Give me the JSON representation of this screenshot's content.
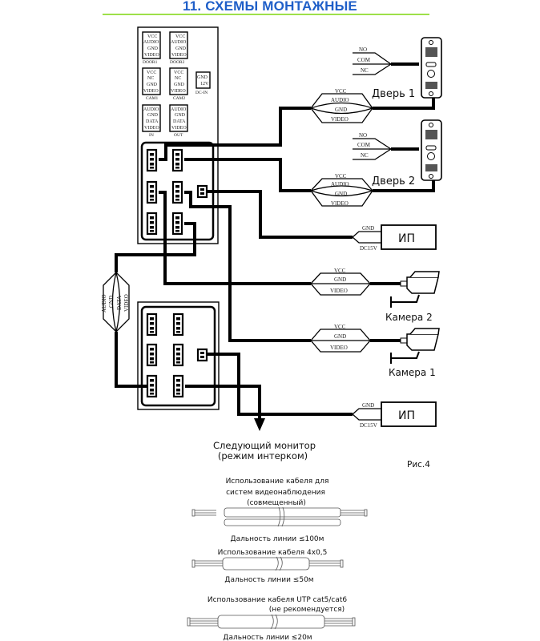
{
  "header": {
    "title": "11. СХЕМЫ МОНТАЖНЫЕ",
    "accent_color": "#1f5fc8",
    "rule_color": "#9ee04a"
  },
  "monitor_main": {
    "terminals": [
      {
        "label": "DOOR1",
        "pins": [
          "VCC",
          "AUDIO",
          "GND",
          "VIDEO"
        ]
      },
      {
        "label": "DOOR2",
        "pins": [
          "VCC",
          "AUDIO",
          "GND",
          "VIDEO"
        ]
      },
      {
        "label": "CAM1",
        "pins": [
          "VCC",
          "NC",
          "GND",
          "VIDEO"
        ]
      },
      {
        "label": "CAM2",
        "pins": [
          "VCC",
          "NC",
          "GND",
          "VIDEO"
        ]
      },
      {
        "label": "DC-IN",
        "pins": [
          "GND",
          "12V"
        ]
      },
      {
        "label": "IN",
        "pins": [
          "AUDIO",
          "GND",
          "DATA",
          "VIDEO"
        ]
      },
      {
        "label": "OUT",
        "pins": [
          "AUDIO",
          "GND",
          "DATA",
          "VIDEO"
        ]
      }
    ]
  },
  "doors": [
    {
      "label": "Дверь 1",
      "relay": [
        "NO",
        "COM",
        "NC"
      ],
      "cable": [
        "VCC",
        "AUDIO",
        "GND",
        "VIDEO"
      ]
    },
    {
      "label": "Дверь 2",
      "relay": [
        "NO",
        "COM",
        "NC"
      ],
      "cable": [
        "VCC",
        "AUDIO",
        "GND",
        "VIDEO"
      ]
    }
  ],
  "power_supplies": [
    {
      "label": "ИП",
      "wires": [
        "GND",
        "DC15V"
      ]
    },
    {
      "label": "ИП",
      "wires": [
        "GND",
        "DC15V"
      ]
    }
  ],
  "cameras": [
    {
      "label": "Камера 2",
      "cable": [
        "VCC",
        "GND",
        "VIDEO"
      ]
    },
    {
      "label": "Камера 1",
      "cable": [
        "VCC",
        "GND",
        "VIDEO"
      ]
    }
  ],
  "intercom_cable": [
    "AUDIO",
    "GND",
    "DATA",
    "VIDEO"
  ],
  "next_monitor": {
    "line1": "Следующий монитор",
    "line2": "(режим интерком)"
  },
  "figure_label": "Рис.4",
  "cable_notes": [
    {
      "title1": "Использование кабеля для",
      "title2": "систем видеонаблюдения",
      "title3": "(совмещенный)",
      "range": "Дальность линии ≤100м"
    },
    {
      "title1": "Использование кабеля 4х0,5",
      "range": "Дальность линии ≤50м"
    },
    {
      "title1": "Использование кабеля UTP cat5/cat6",
      "title2": "(не рекомендуется)",
      "range": "Дальность линии ≤20м"
    }
  ]
}
